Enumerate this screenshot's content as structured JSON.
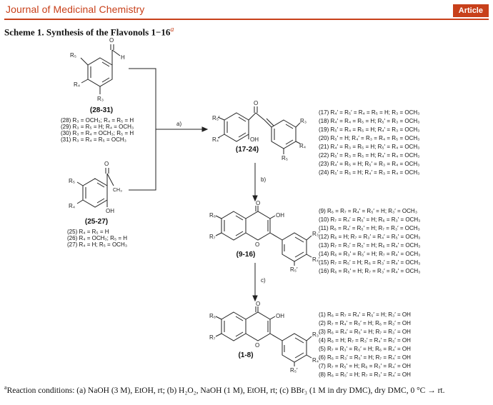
{
  "header": {
    "journal": "Journal of Medicinal Chemistry",
    "badge": "Article"
  },
  "scheme": {
    "title": "Scheme 1. Synthesis of the Flavonols 1−16",
    "title_mark": "a",
    "step_a": "a)",
    "step_b": "b)",
    "step_c": "c)",
    "benzaldehyde": {
      "label": "(28-31)",
      "variants": [
        "(28) R₃ = OCH₃; R₄ = R₅ = H",
        "(29) R₃ = R₅ = H; R₄ = OCH₃",
        "(30) R₃ = R₄ = OCH₃; R₅ = H",
        "(31) R₃ = R₄ = R₅ = OCH₃"
      ]
    },
    "acetophenone": {
      "label": "(25-27)",
      "variants": [
        "(25) R₄ = R₅ = H",
        "(26) R₄ = OCH₃; R₅ = H",
        "(27) R₄ = H; R₅ = OCH₃"
      ]
    },
    "chalcone": {
      "label": "(17-24)",
      "variants": [
        "(17) R₄′ = R₅′ = R₄ = R₅ = H; R₃ = OCH₃",
        "(18) R₄′ = R₄ = R₅ = H; R₅′ = R₃ = OCH₃",
        "(19) R₅′ = R₄ = R₅ = H; R₄′ = R₃ = OCH₃",
        "(20) R₅′ = H; R₄′ = R₃ = R₄ = R₅ = OCH₃",
        "(21) R₄′ = R₃ = R₅ = H; R₅′ = R₄ = OCH₃",
        "(22) R₅′ = R₃ = R₅ = H; R₄′ = R₄ = OCH₃",
        "(23) R₄′ = R₅ = H; R₅′ = R₃ = R₄ = OCH₃",
        "(24) R₅′ = R₅ = H; R₄′ = R₃ = R₄ = OCH₃"
      ]
    },
    "methoxyflavonol": {
      "label": "(9-16)",
      "variants": [
        "(9) R₆ = R₇ = R₄′ = R₅′ = H; R₃′ = OCH₃",
        "(10) R₇ = R₄′ = R₅′ = H; R₆ = R₃′ = OCH₃",
        "(11) R₆ = R₄′ = R₅′ = H; R₇ = R₃′ = OCH₃",
        "(12) R₆ = H; R₇ = R₃′ = R₄′ = R₅′ = OCH₃",
        "(13) R₇ = R₃′ = R₅′ = H; R₆ = R₄′ = OCH₃",
        "(14) R₆ = R₃′ = R₅′ = H; R₇ = R₄′ = OCH₃",
        "(15) R₇ = R₅′ = H; R₆ = R₃′ = R₄′ = OCH₃",
        "(16) R₆ = R₅′ = H; R₇ = R₃′ = R₄′ = OCH₃"
      ]
    },
    "hydroxyflavonol": {
      "label": "(1-8)",
      "variants": [
        "(1) R₆ = R₇ = R₄′ = R₅′ = H; R₃′ = OH",
        "(2) R₇ = R₄′ = R₅′ = H; R₆ = R₃′ = OH",
        "(3) R₆ = R₄′ = R₅′ = H; R₇ = R₃′ = OH",
        "(4) R₆ = H; R₇ = R₃′ = R₄′ = R₅′ = OH",
        "(5) R₇ = R₃′ = R₅′ = H; R₆ = R₄′ = OH",
        "(6) R₆ = R₃′ = R₅′ = H; R₇ = R₄′ = OH",
        "(7) R₇ = R₅′ = H; R₆ = R₃′ = R₄′ = OH",
        "(8) R₆ = R₅′ = H; R₇ = R₃′ = R₄′ = OH"
      ]
    },
    "atoms": {
      "O": "O",
      "H": "H",
      "OH": "OH",
      "CH3": "CH₃",
      "R3": "R₃",
      "R4": "R₄",
      "R5": "R₅",
      "R4p": "R₄′",
      "R5p": "R₅′",
      "R3p": "R₃′",
      "R6": "R₆",
      "R7": "R₇"
    }
  },
  "footnote": {
    "mark": "a",
    "text": "Reaction conditions: (a) NaOH (3 M), EtOH, rt; (b) H₂O₂, NaOH (1 M), EtOH, rt; (c) BBr₃ (1 M in dry DMC), dry DMC, 0 °C → rt."
  },
  "colors": {
    "accent": "#c8401a"
  }
}
